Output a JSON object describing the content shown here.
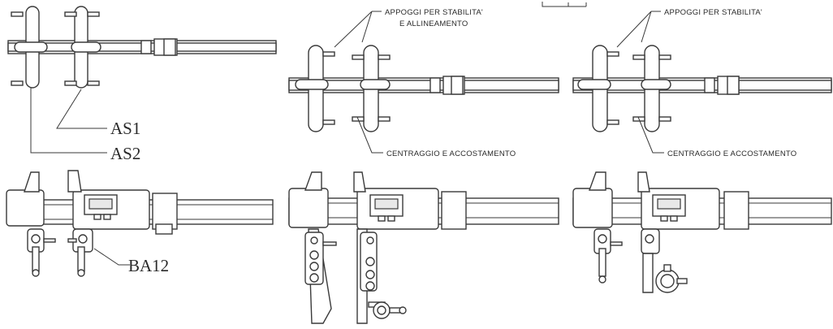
{
  "labels": {
    "as1": "AS1",
    "as2": "AS2",
    "ba12": "BA12",
    "appoggi_1_line1": "APPOGGI PER STABILITA'",
    "appoggi_1_line2": "E ALLINEAMENTO",
    "appoggi_2": "APPOGGI PER STABILITA'",
    "centraggio_1": "CENTRAGGIO E ACCOSTAMENTO",
    "centraggio_2": "CENTRAGGIO E ACCOSTAMENTO"
  }
}
